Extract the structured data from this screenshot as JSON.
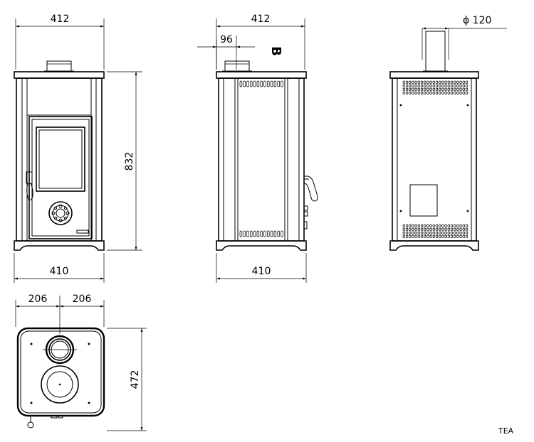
{
  "front_view": {
    "top_width": "412",
    "height": "832",
    "bottom_width": "410"
  },
  "side_view": {
    "top_width": "412",
    "offset": "96",
    "bottom_width": "410",
    "label": "B"
  },
  "back_view": {
    "flue_diameter": "ϕ 120"
  },
  "plan_view": {
    "half_left": "206",
    "half_right": "206",
    "depth": "472"
  },
  "model_tag": "TEA"
}
